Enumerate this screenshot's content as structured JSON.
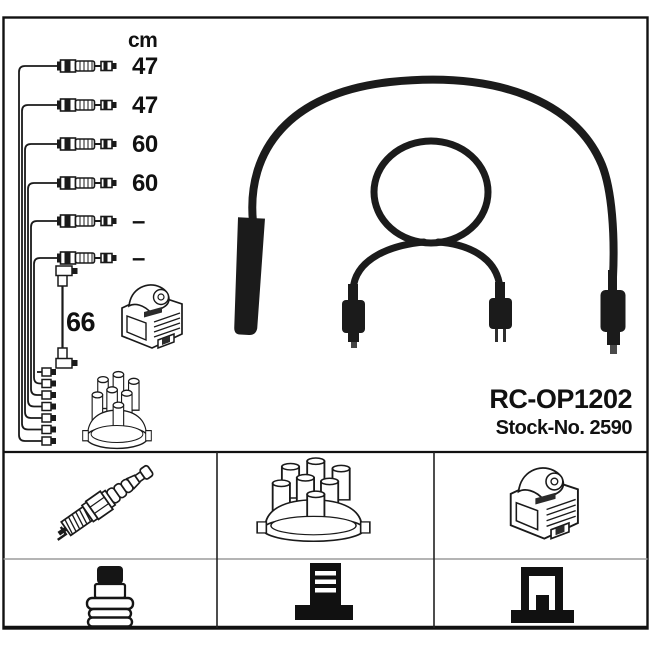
{
  "product": {
    "part_number": "RC-OP1202",
    "stock_number": "Stock-No. 2590"
  },
  "diagram": {
    "unit_label": "cm",
    "leads": [
      {
        "length": "47"
      },
      {
        "length": "47"
      },
      {
        "length": "60"
      },
      {
        "length": "60"
      },
      {
        "length": "–"
      },
      {
        "length": "–"
      }
    ],
    "coil_lead_length": "66",
    "icons": [
      "ignition-lead-icon",
      "lead-bundle-icon",
      "distributor-plug-stack-icon",
      "coil-lead-icon",
      "ignition-coil-icon",
      "distributor-cap-icon",
      "cable-set-photo"
    ]
  },
  "legend": {
    "row1_icons": [
      "spark-plug-icon",
      "distributor-cap-icon",
      "ignition-coil-icon"
    ],
    "row2_icons": [
      "spark-plug-boot-icon",
      "distributor-terminal-icon",
      "coil-terminal-icon"
    ]
  },
  "colors": {
    "line": "#1a1a1a",
    "photo_black": "#1b1b1b",
    "background": "#ffffff",
    "grid_light": "#9c9c9c"
  }
}
